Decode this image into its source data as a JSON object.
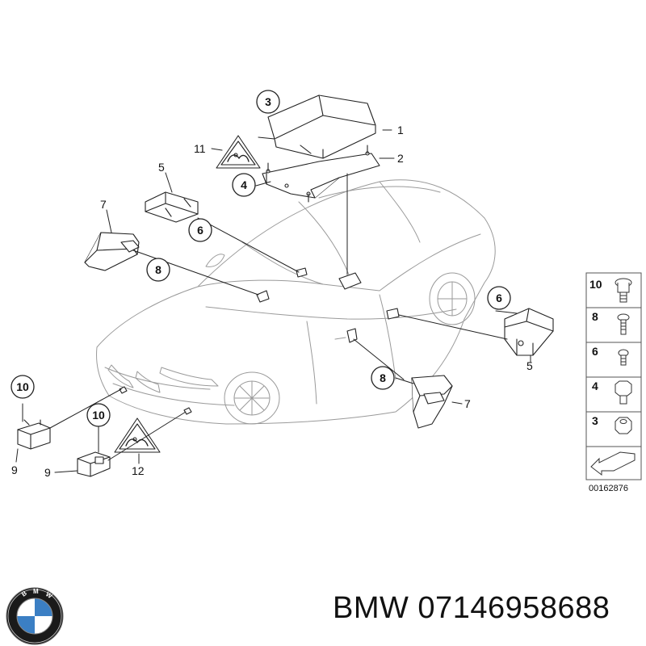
{
  "callouts": {
    "c1": "1",
    "c2": "2",
    "c3": "3",
    "c4": "4",
    "c5a": "5",
    "c5b": "5",
    "c6a": "6",
    "c6b": "6",
    "c7a": "7",
    "c7b": "7",
    "c8a": "8",
    "c8b": "8",
    "c9a": "9",
    "c9b": "9",
    "c10a": "10",
    "c10b": "10",
    "c11": "11",
    "c12": "12"
  },
  "legend": {
    "items": [
      {
        "num": "10",
        "icon": "bolt-flange-icon"
      },
      {
        "num": "8",
        "icon": "screw-icon"
      },
      {
        "num": "6",
        "icon": "small-screw-icon"
      },
      {
        "num": "4",
        "icon": "hex-bolt-icon"
      },
      {
        "num": "3",
        "icon": "hex-nut-icon"
      }
    ]
  },
  "figure_code": "00162876",
  "footer": {
    "brand": "BMW",
    "part_number": "07146958688",
    "text": "BMW 07146958688"
  },
  "logo": {
    "letters": "BMW",
    "blue": "#3b7fc4",
    "ring": "#1a1a1a"
  }
}
